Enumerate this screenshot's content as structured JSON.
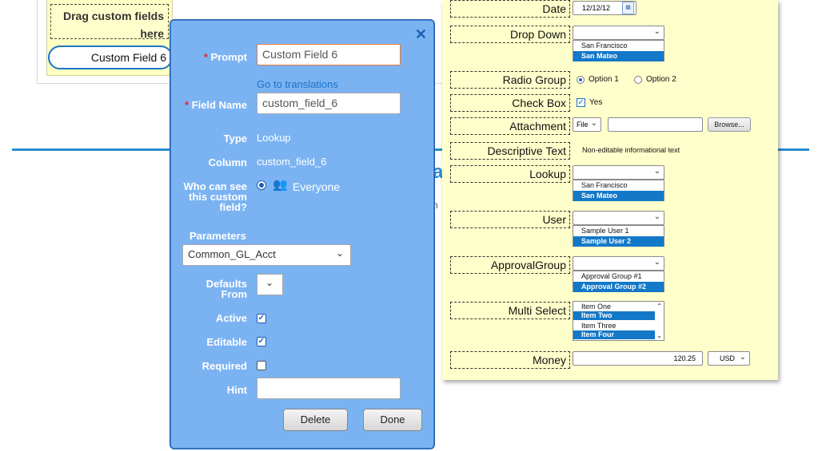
{
  "left_panel": {
    "drag_hint": "Drag custom fields here",
    "custom_field_chip": "Custom Field 6",
    "background_heading_fragment": "a",
    "background_text_fragment": "n"
  },
  "dialog": {
    "close_icon": "close-icon",
    "prompt_label": "Prompt",
    "prompt_value": "Custom Field 6",
    "translations_link": "Go to translations",
    "field_name_label": "Field Name",
    "field_name_value": "custom_field_6",
    "type_label": "Type",
    "type_value": "Lookup",
    "column_label": "Column",
    "column_value": "custom_field_6",
    "who_can_see_label": "Who can see this custom field?",
    "who_can_see_value": "Everyone",
    "who_can_see_icon": "users-icon",
    "parameters_label": "Parameters",
    "parameters_value": "Common_GL_Acct",
    "defaults_from_label": "Defaults From",
    "defaults_from_value": "",
    "active_label": "Active",
    "active_checked": true,
    "editable_label": "Editable",
    "editable_checked": true,
    "required_label": "Required",
    "required_checked": false,
    "hint_label": "Hint",
    "hint_value": "",
    "delete_button": "Delete",
    "done_button": "Done",
    "required_marker": "*"
  },
  "preview": {
    "date": {
      "label": "Date",
      "value": "12/12/12"
    },
    "drop_down": {
      "label": "Drop Down",
      "options": [
        "San Francisco",
        "San Mateo"
      ]
    },
    "radio_group": {
      "label": "Radio Group",
      "option1": "Option 1",
      "option2": "Option 2"
    },
    "check_box": {
      "label": "Check Box",
      "option": "Yes"
    },
    "attachment": {
      "label": "Attachment",
      "select": "File",
      "browse": "Browse..."
    },
    "descriptive_text": {
      "label": "Descriptive Text",
      "text": "Non-editable informational text"
    },
    "lookup": {
      "label": "Lookup",
      "options": [
        "San Francisco",
        "San Mateo"
      ]
    },
    "user": {
      "label": "User",
      "options": [
        "Sample User 1",
        "Sample User 2"
      ]
    },
    "approval_group": {
      "label": "ApprovalGroup",
      "options": [
        "Approval Group #1",
        "Approval Group #2"
      ]
    },
    "multi_select": {
      "label": "Multi Select",
      "options": [
        "Item One",
        "Item Two",
        "Item Three",
        "Item Four"
      ]
    },
    "money": {
      "label": "Money",
      "value": "120.25",
      "currency": "USD"
    }
  },
  "colors": {
    "dialog_bg": "#7bb3f2",
    "preview_bg": "#ffffcc",
    "accent": "#2a8ccf",
    "selected_option": "#1478c8",
    "required": "#e0233a"
  }
}
